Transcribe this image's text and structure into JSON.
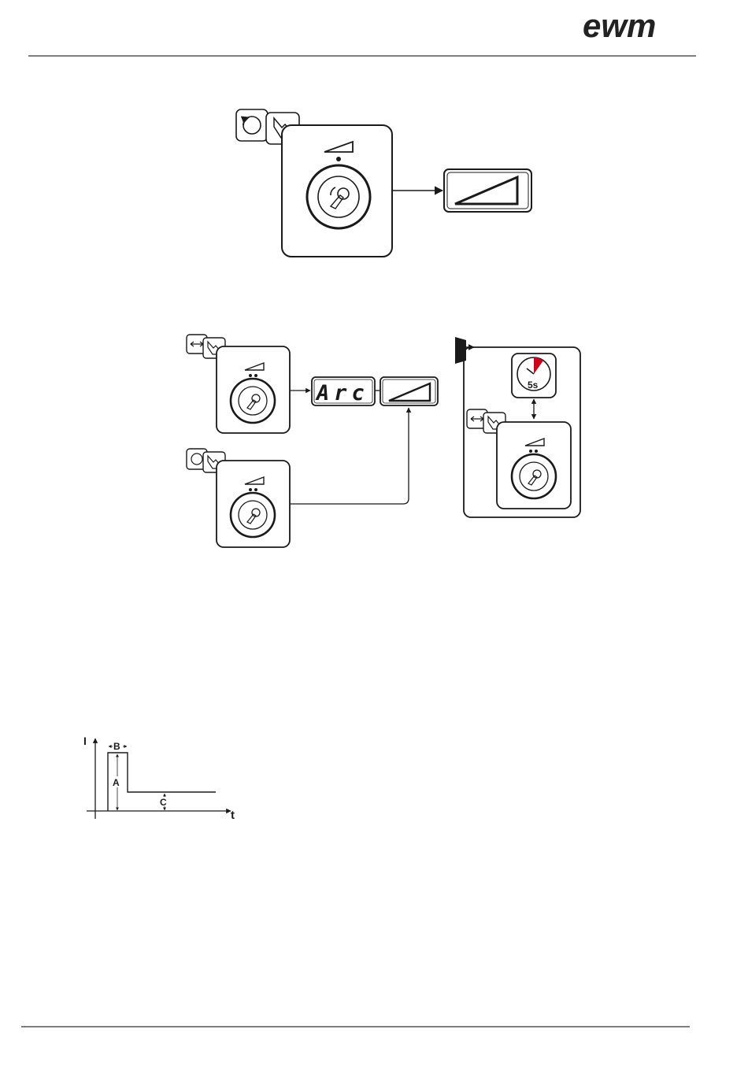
{
  "header": {
    "logo_text": "ewm"
  },
  "top_diagram": {
    "title": ""
  },
  "mid_diagram": {
    "display_text": "Arc",
    "timer_label": "5s"
  },
  "waveform": {
    "y_axis_label": "I",
    "x_axis_label": "t",
    "label_a": "A",
    "label_b": "B",
    "label_c": "C"
  },
  "colors": {
    "timer_marker": "#d0021b",
    "stroke": "#1a1a1a"
  }
}
